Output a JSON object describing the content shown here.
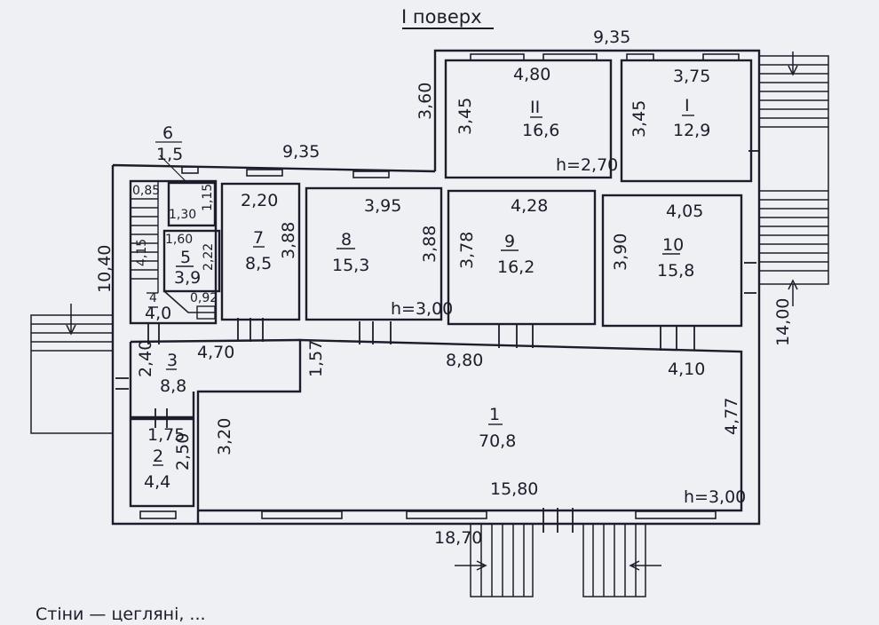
{
  "plan": {
    "title": "I поверх",
    "caption": "Стіни — цегляні, ...",
    "colors": {
      "paper": "#eef0f4",
      "ink": "#1b1e2a"
    }
  },
  "dimensions": {
    "top_wing_overall": "9,35",
    "main_top_overall": "9,35",
    "left_overall_height": "10,40",
    "right_overall_height": "14,00",
    "bottom_overall_width": "18,70",
    "wing_height": "3,60",
    "room1_width_top": "8,80",
    "room1_width_right": "4,10",
    "room1_height_right": "4,77",
    "room1_height_left": "3,20",
    "room1_width_bottom": "15,80",
    "corridor_width": "4,70",
    "corridor_drop": "1,57",
    "room3_height": "2,40",
    "room2_width": "1,75",
    "room2_height": "2,50",
    "room6_label_top": "6",
    "room6_label_bottom": "1,5",
    "small_085": "0,85",
    "small_130": "1,30",
    "small_115": "1,15",
    "small_160": "1,60",
    "small_222": "2,22",
    "small_415": "4,15",
    "small_092": "0,92"
  },
  "rooms": [
    {
      "id": "1",
      "name": "1",
      "area": "70,8",
      "height_note": "h=3,00"
    },
    {
      "id": "2",
      "name": "2",
      "area": "4,4"
    },
    {
      "id": "3",
      "name": "3",
      "area": "8,8"
    },
    {
      "id": "4",
      "name": "4",
      "area": "4,0"
    },
    {
      "id": "5",
      "name": "5",
      "area": "3,9"
    },
    {
      "id": "7",
      "name": "7",
      "area": "8,5",
      "w": "2,20",
      "h": "3,88"
    },
    {
      "id": "8",
      "name": "8",
      "area": "15,3",
      "w": "3,95",
      "h": "3,88",
      "height_note": "h=3,00"
    },
    {
      "id": "9",
      "name": "9",
      "area": "16,2",
      "w": "4,28",
      "h": "3,78"
    },
    {
      "id": "10",
      "name": "10",
      "area": "15,8",
      "w": "4,05",
      "h": "3,90"
    },
    {
      "id": "I",
      "name": "I",
      "area": "12,9",
      "w": "3,75",
      "h": "3,45"
    },
    {
      "id": "II",
      "name": "II",
      "area": "16,6",
      "w": "4,80",
      "h": "3,45",
      "height_note": "h=2,70"
    }
  ]
}
